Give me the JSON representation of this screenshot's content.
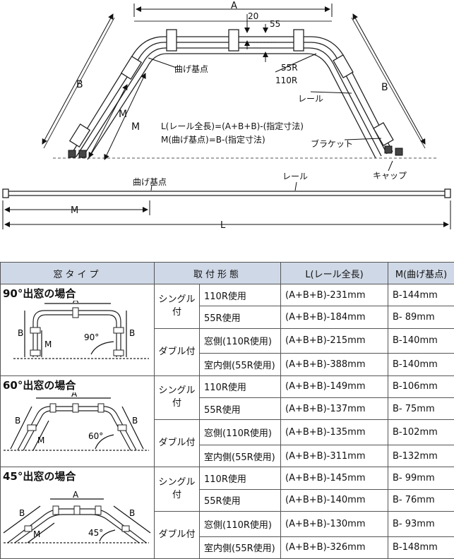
{
  "top": {
    "label_a": "A",
    "label_20": "20",
    "label_55": "55",
    "label_b_left": "B",
    "label_b_right": "B",
    "label_m1": "M",
    "label_m2": "M",
    "label_bend_top": "曲げ基点",
    "label_55r": "55R",
    "label_110r": "110R",
    "label_rail_top": "レール",
    "label_bracket": "ブラケット",
    "label_cap": "キャップ",
    "formula_l": "L(レール全長)=(A+B+B)-(指定寸法)",
    "formula_m": "M(曲げ基点)=B-(指定寸法)",
    "label_bend_bottom": "曲げ基点",
    "label_rail_bottom": "レール",
    "label_m_bottom": "M",
    "label_l": "L"
  },
  "table": {
    "headers": [
      "窓タイプ",
      "取付形態",
      "L(レール全長)",
      "M(曲げ基点)"
    ],
    "groups": [
      {
        "title": "90°出窓の場合",
        "angle": "90°",
        "dim_a": "A",
        "dim_b": "B",
        "dim_m": "M",
        "mounts": [
          {
            "name": "シングル付",
            "rows": [
              {
                "form": "110R使用",
                "l": "(A+B+B)-231mm",
                "m": "B-144mm"
              },
              {
                "form": "55R使用",
                "l": "(A+B+B)-184mm",
                "m": "B- 89mm"
              }
            ]
          },
          {
            "name": "ダブル付",
            "rows": [
              {
                "form": "窓側(110R使用)",
                "l": "(A+B+B)-215mm",
                "m": "B-140mm"
              },
              {
                "form": "室内側(55R使用)",
                "l": "(A+B+B)-388mm",
                "m": "B-140mm"
              }
            ]
          }
        ]
      },
      {
        "title": "60°出窓の場合",
        "angle": "60°",
        "dim_a": "A",
        "dim_b": "B",
        "dim_m": "M",
        "mounts": [
          {
            "name": "シングル付",
            "rows": [
              {
                "form": "110R使用",
                "l": "(A+B+B)-149mm",
                "m": "B-106mm"
              },
              {
                "form": "55R使用",
                "l": "(A+B+B)-137mm",
                "m": "B- 75mm"
              }
            ]
          },
          {
            "name": "ダブル付",
            "rows": [
              {
                "form": "窓側(110R使用)",
                "l": "(A+B+B)-135mm",
                "m": "B-102mm"
              },
              {
                "form": "室内側(55R使用)",
                "l": "(A+B+B)-311mm",
                "m": "B-132mm"
              }
            ]
          }
        ]
      },
      {
        "title": "45°出窓の場合",
        "angle": "45°",
        "dim_a": "A",
        "dim_b": "B",
        "dim_m": "M",
        "mounts": [
          {
            "name": "シングル付",
            "rows": [
              {
                "form": "110R使用",
                "l": "(A+B+B)-145mm",
                "m": "B- 99mm"
              },
              {
                "form": "55R使用",
                "l": "(A+B+B)-140mm",
                "m": "B- 76mm"
              }
            ]
          },
          {
            "name": "ダブル付",
            "rows": [
              {
                "form": "窓側(110R使用)",
                "l": "(A+B+B)-130mm",
                "m": "B- 93mm"
              },
              {
                "form": "室内側(55R使用)",
                "l": "(A+B+B)-326mm",
                "m": "B-148mm"
              }
            ]
          }
        ]
      }
    ]
  }
}
